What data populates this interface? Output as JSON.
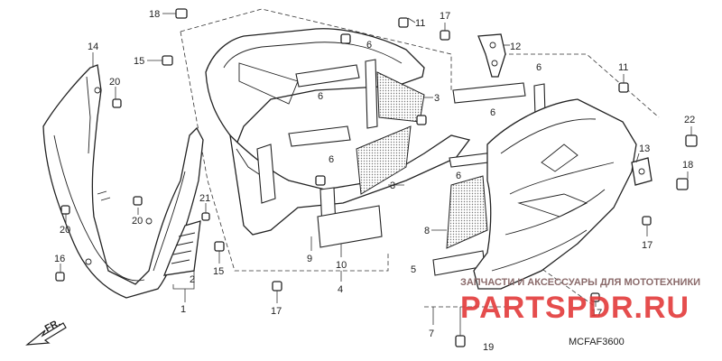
{
  "diagram": {
    "code": "MCFAF3600",
    "front_label": "FR.",
    "watermark_top": "ЗАПЧАСТИ И АКСЕССУАРЫ ДЛЯ МОТОТЕХНИКИ",
    "watermark_main": "PARTSPDR.RU",
    "part_numbers": [
      {
        "id": "p18a",
        "text": "18"
      },
      {
        "id": "p14",
        "text": "14"
      },
      {
        "id": "p15a",
        "text": "15"
      },
      {
        "id": "p20a",
        "text": "20"
      },
      {
        "id": "p20b",
        "text": "20"
      },
      {
        "id": "p20c",
        "text": "20"
      },
      {
        "id": "p21",
        "text": "21"
      },
      {
        "id": "p16",
        "text": "16"
      },
      {
        "id": "p2",
        "text": "2"
      },
      {
        "id": "p1",
        "text": "1"
      },
      {
        "id": "p15b",
        "text": "15"
      },
      {
        "id": "p17a",
        "text": "17"
      },
      {
        "id": "p9",
        "text": "9"
      },
      {
        "id": "p10",
        "text": "10"
      },
      {
        "id": "p4",
        "text": "4"
      },
      {
        "id": "p3a",
        "text": "3"
      },
      {
        "id": "p3b",
        "text": "3"
      },
      {
        "id": "p6a",
        "text": "6"
      },
      {
        "id": "p6b",
        "text": "6"
      },
      {
        "id": "p6c",
        "text": "6"
      },
      {
        "id": "p6d",
        "text": "6"
      },
      {
        "id": "p6e",
        "text": "6"
      },
      {
        "id": "p6f",
        "text": "6"
      },
      {
        "id": "p11a",
        "text": "11"
      },
      {
        "id": "p11b",
        "text": "11"
      },
      {
        "id": "p17b",
        "text": "17"
      },
      {
        "id": "p12",
        "text": "12"
      },
      {
        "id": "p22",
        "text": "22"
      },
      {
        "id": "p13",
        "text": "13"
      },
      {
        "id": "p18b",
        "text": "18"
      },
      {
        "id": "p17c",
        "text": "17"
      },
      {
        "id": "p8",
        "text": "8"
      },
      {
        "id": "p5",
        "text": "5"
      },
      {
        "id": "p17d",
        "text": "17"
      },
      {
        "id": "p7",
        "text": "7"
      },
      {
        "id": "p19",
        "text": "19"
      }
    ]
  }
}
